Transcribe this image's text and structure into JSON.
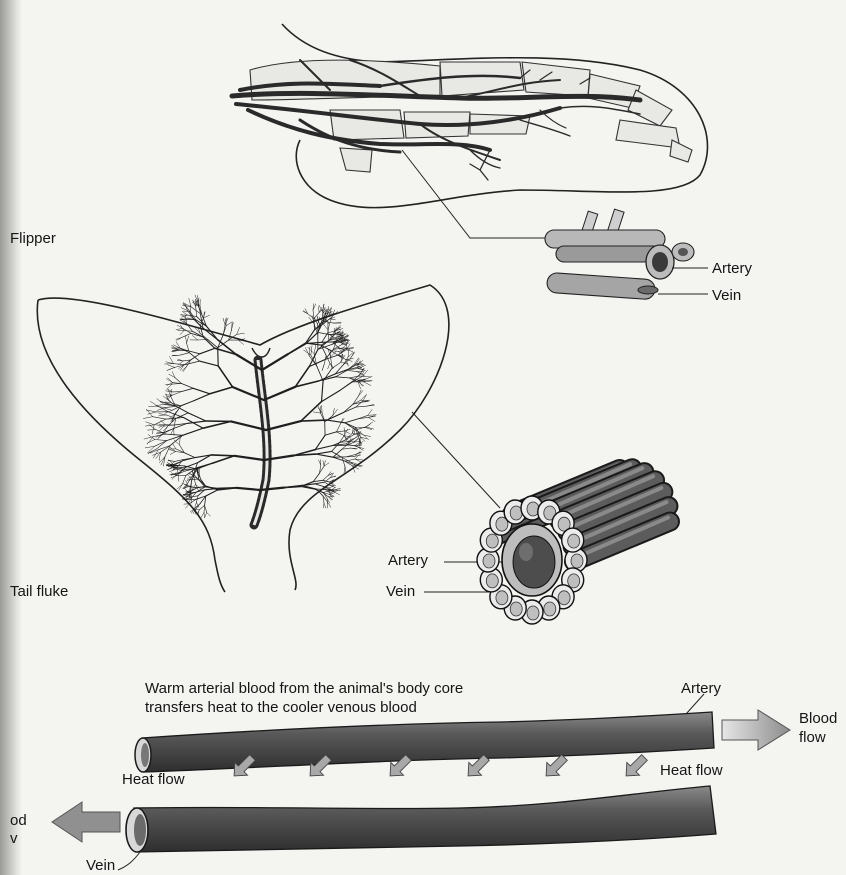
{
  "labels": {
    "flipper": "Flipper",
    "tail_fluke": "Tail fluke",
    "flipper_artery": "Artery",
    "flipper_vein": "Vein",
    "fluke_artery": "Artery",
    "fluke_vein": "Vein",
    "caption_line1": "Warm arterial blood from the animal's body core",
    "caption_line2": "transfers heat to the cooler venous blood",
    "bottom_artery": "Artery",
    "bottom_vein": "Vein",
    "heat_flow_left": "Heat flow",
    "heat_flow_right": "Heat flow",
    "blood_flow_right_1": "Blood",
    "blood_flow_right_2": "flow",
    "blood_flow_left_1": "od",
    "blood_flow_left_2": "v"
  },
  "colors": {
    "vessel": "#4a4a4a",
    "vessel_dark": "#2a2a2a",
    "line": "#222222",
    "arrow": "#9a9a9a"
  }
}
